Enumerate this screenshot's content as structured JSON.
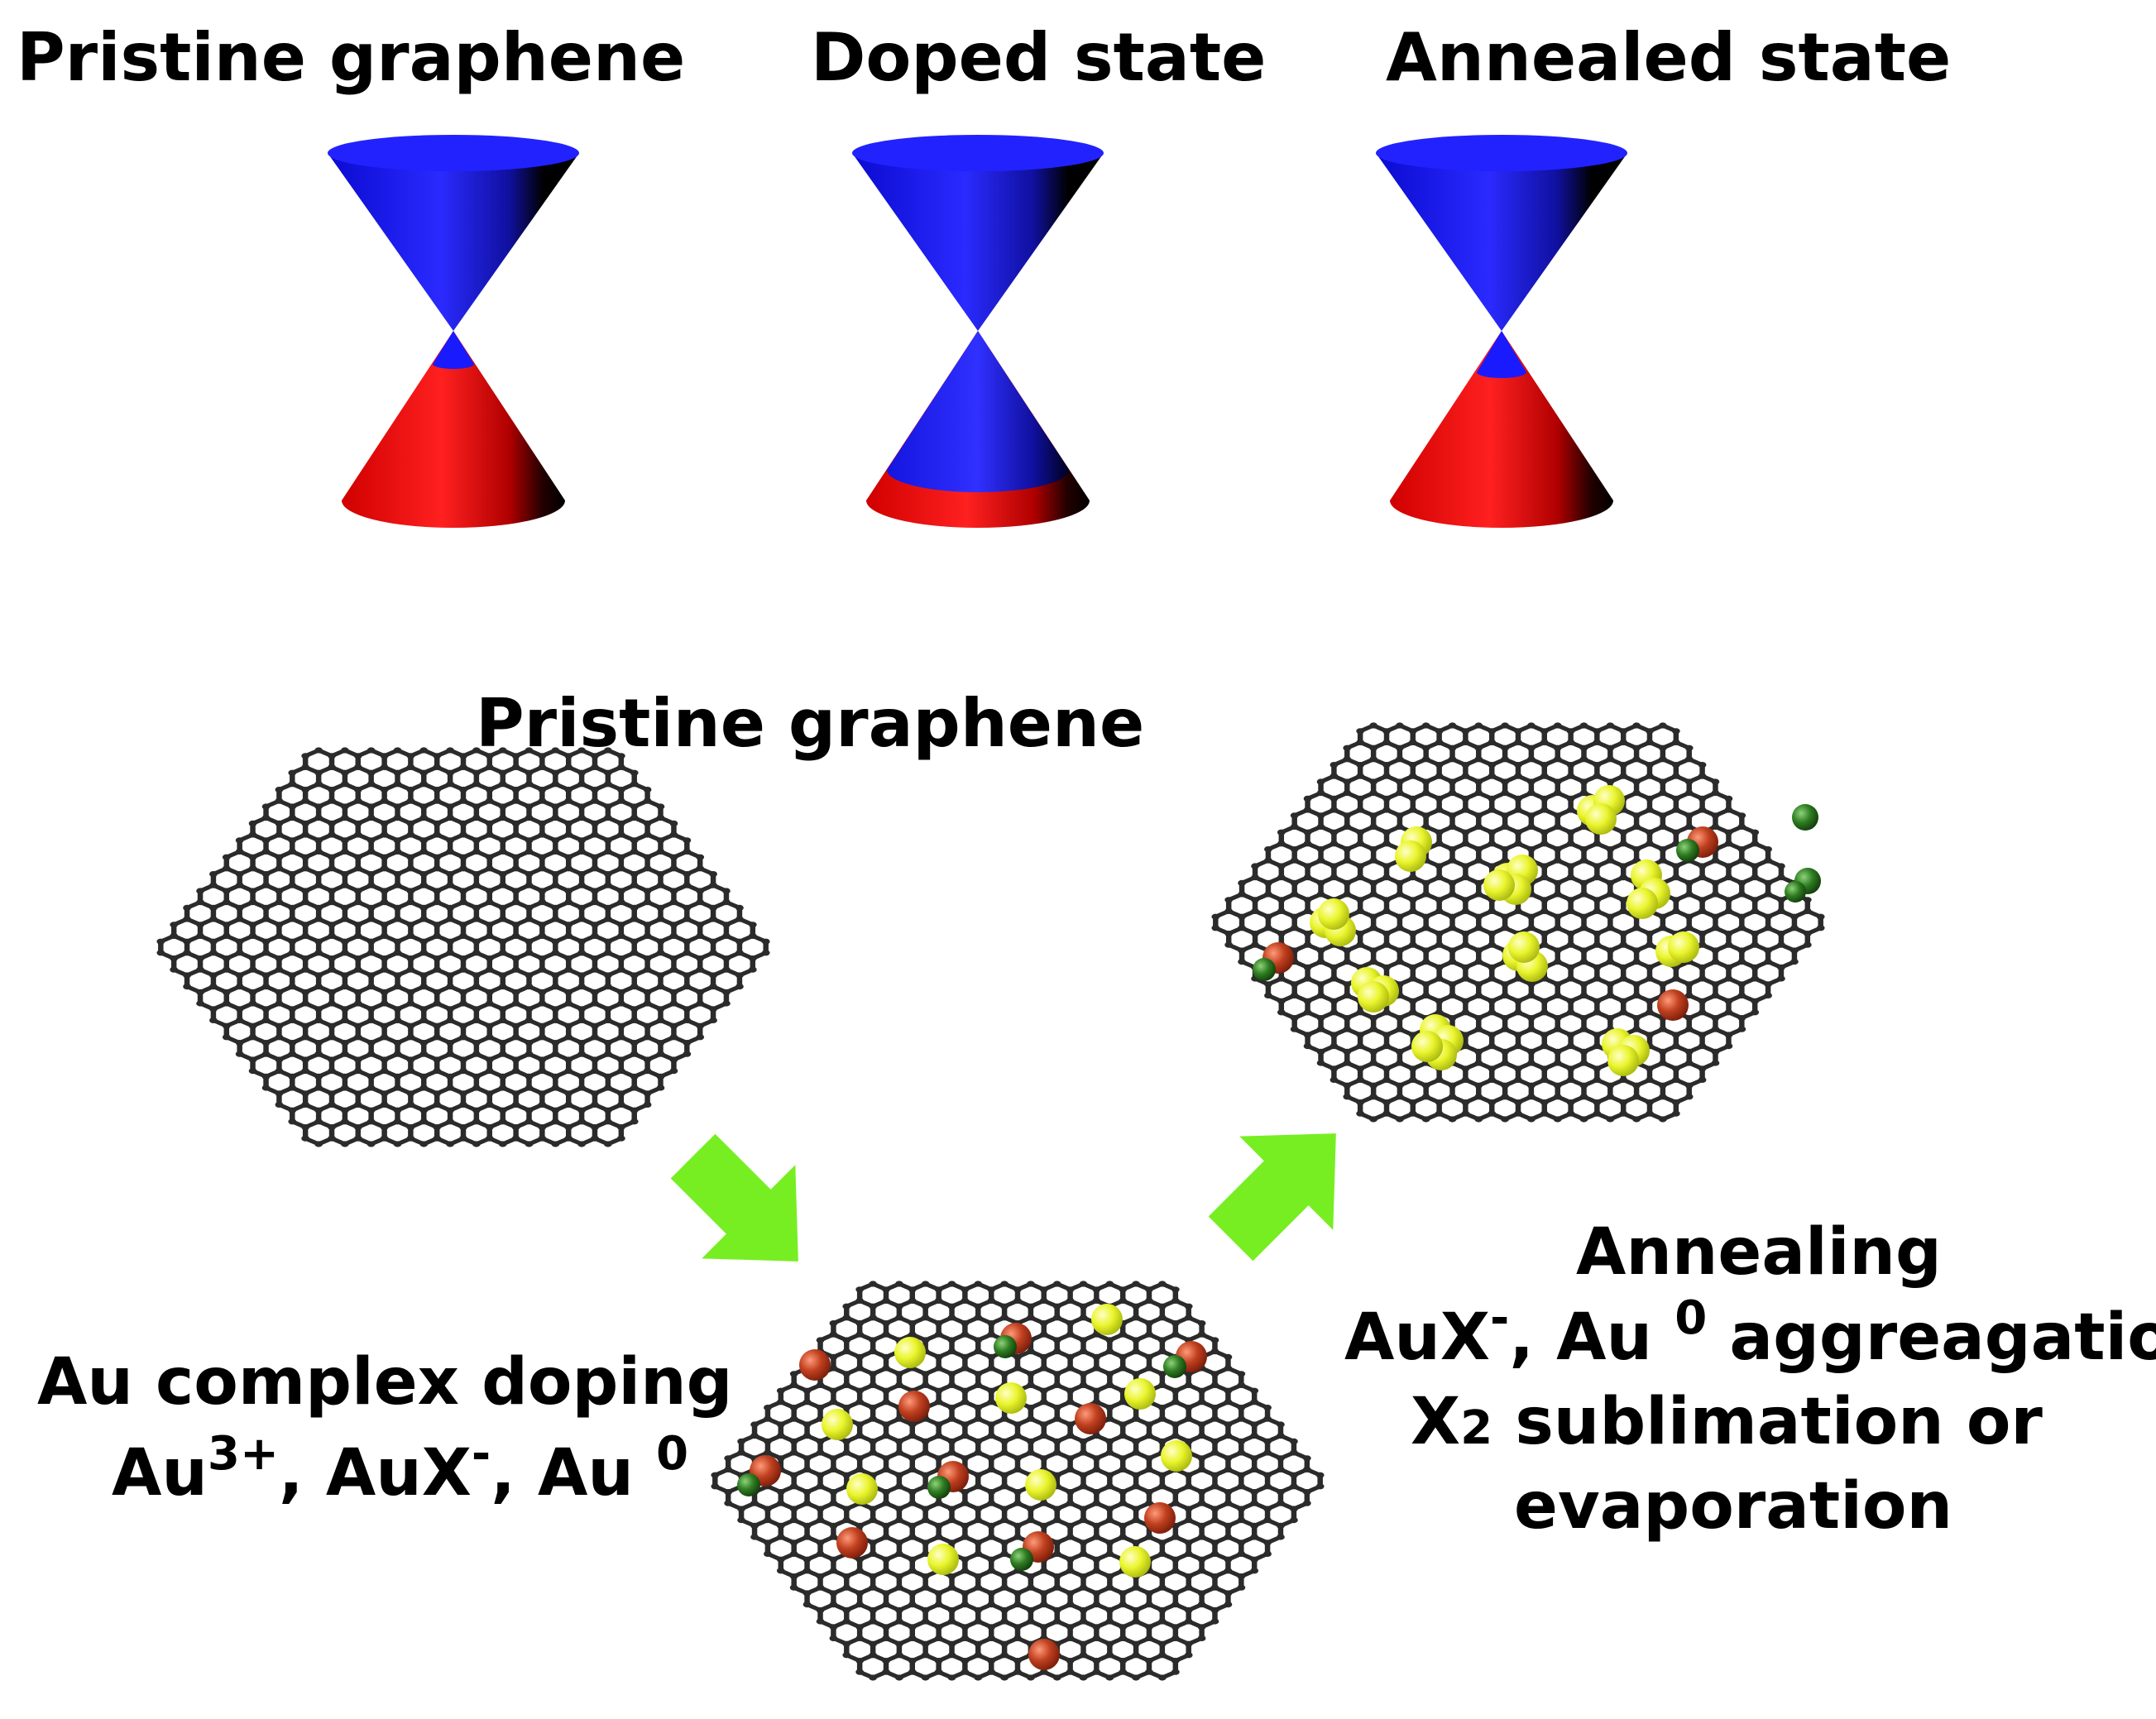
{
  "top_titles": {
    "pristine": "Pristine graphene",
    "doped": "Doped state",
    "annealed": "Annealed state"
  },
  "bottom": {
    "pristine_title": "Pristine graphene",
    "doping": {
      "title": "Au complex doping",
      "line2_a": "Au",
      "line2_a_sup": "3+",
      "line2_b": ", AuX",
      "line2_b_sup": "-",
      "line2_c": ", Au ",
      "line2_c_sup": "0"
    },
    "annealing": {
      "title": "Annealing",
      "line2_a": "AuX",
      "line2_a_sup": "-",
      "line2_b": ", Au ",
      "line2_b_sup": "0",
      "line2_c": " aggreagation",
      "line3_a": "X",
      "line3_sub": "2",
      "line3_b": " sublimation or",
      "line4": "evaporation"
    }
  },
  "colors": {
    "cone_upper": "#1a1aff",
    "cone_lower": "#ff1a1a",
    "lattice": "#2b2b2b",
    "arrow": "#77ee22",
    "particle_red": "#b83a1e",
    "particle_yellow": "#e9f52c",
    "particle_green": "#2f7d22"
  }
}
